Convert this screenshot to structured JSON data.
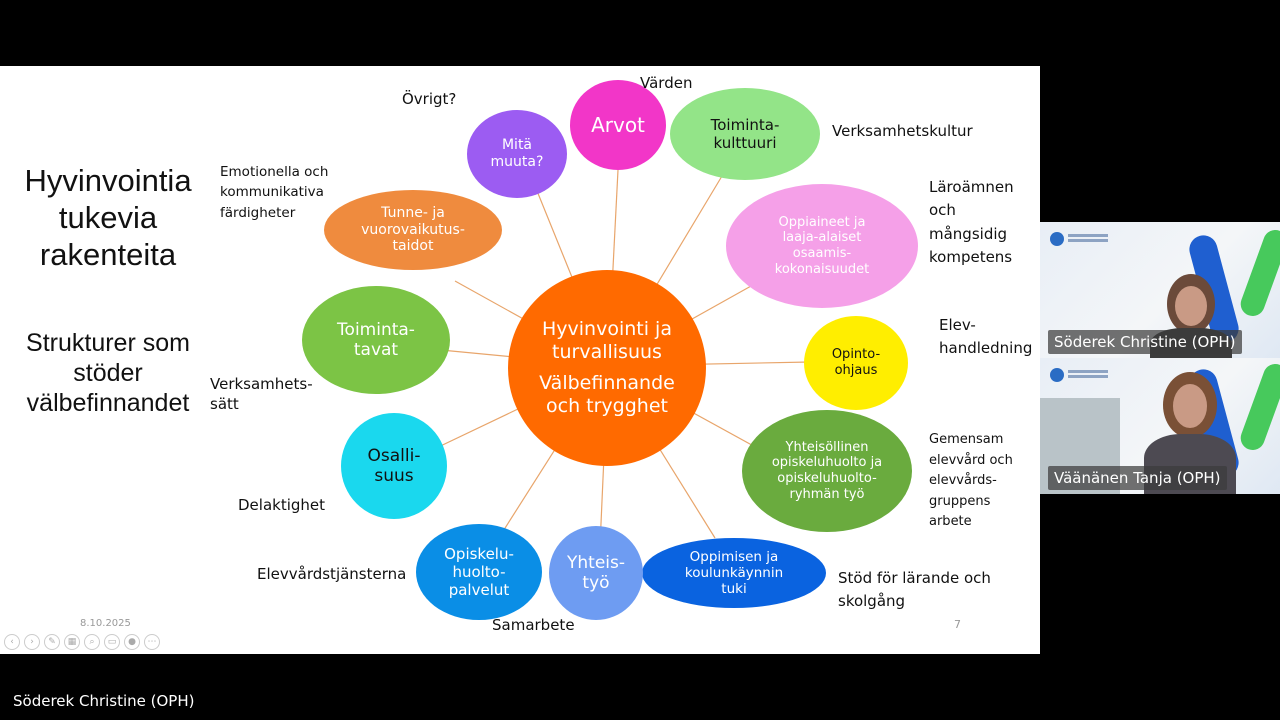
{
  "slide": {
    "title_fi": "Hyvinvointia\ntukevia\nrakenteita",
    "title_sv": "Strukturer som\nstöder\nvälbefinnandet",
    "date": "8.10.2025",
    "page_number": "7",
    "center_fi": "Hyvinvointi ja\nturvallisuus",
    "center_sv": "Välbefinnande\noch trygghet",
    "bubbles": {
      "arvot": "Arvot",
      "toimintakulttuuri": "Toiminta-\nkulttuuri",
      "oppiaineet": "Oppiaineet ja\nlaaja-alaiset\nosaamis-\nkokonaisuudet",
      "opintoohjaus": "Opinto-\nohjaus",
      "yhteisollinen": "Yhteisöllinen\nopiskeluhuolto ja\nopiskeluhuolto-\nryhmän työ",
      "oppimisen": "Oppimisen ja\nkoulunkäynnin\ntuki",
      "yhteistyo": "Yhteis-\ntyö",
      "opiskeluhuolto": "Opiskelu-\nhuolto-\npalvelut",
      "osallisuus": "Osalli-\nsuus",
      "toimintatavat": "Toiminta-\ntavat",
      "tunne": "Tunne- ja\nvuorovaikutus-\ntaidot",
      "mita": "Mitä\nmuuta?"
    },
    "labels": {
      "varden": "Värden",
      "verksamhetskultur": "Verksamhetskultur",
      "laroamnen": "Läroämnen\noch\nmångsidig\nkompetens",
      "elevhandledning": "Elev-\nhandledning",
      "gemensam": "Gemensam\nelevvård och\nelevvårds-\ngruppens\narbete",
      "stod": "Stöd för lärande och\nskolgång",
      "samarbete": "Samarbete",
      "elevvardstjansterna": "Elevvårdstjänsterna",
      "delaktighet": "Delaktighet",
      "verksamhetssatt": "Verksamhets-\nsätt",
      "emotionella": "Emotionella och\nkommunikativa\nfärdigheter",
      "ovrigt": "Övrigt?"
    },
    "colors": {
      "center": "#ff6a00",
      "arvot": "#f236c8",
      "toimintakulttuuri": "#93e488",
      "oppiaineet": "#f5a0e8",
      "opintoohjaus": "#ffee00",
      "yhteisollinen": "#6aab3e",
      "oppimisen": "#0a63e0",
      "yhteistyo": "#6e9cf2",
      "opiskeluhuolto": "#0a8ee6",
      "osallisuus": "#1ad8ee",
      "toimintatavat": "#7cc445",
      "tunne": "#ef8b3e",
      "mita": "#9c5cf2"
    }
  },
  "participants": [
    {
      "name": "Söderek Christine (OPH)"
    },
    {
      "name": "Väänänen Tanja (OPH)"
    }
  ],
  "active_speaker": "Söderek Christine (OPH)"
}
